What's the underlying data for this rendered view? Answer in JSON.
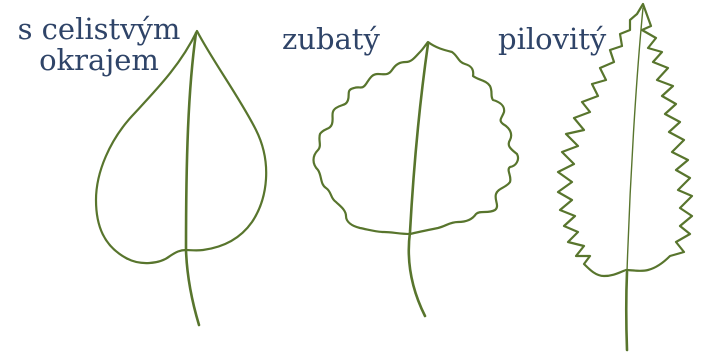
{
  "leaves": [
    {
      "label_line1": "s celistvým",
      "label_line2": "okrajem"
    },
    {
      "label": "zubatý"
    },
    {
      "label": "pilovitý"
    }
  ],
  "colors": {
    "outline": "#58752d",
    "text": "#2f4468",
    "background": "#ffffff"
  }
}
